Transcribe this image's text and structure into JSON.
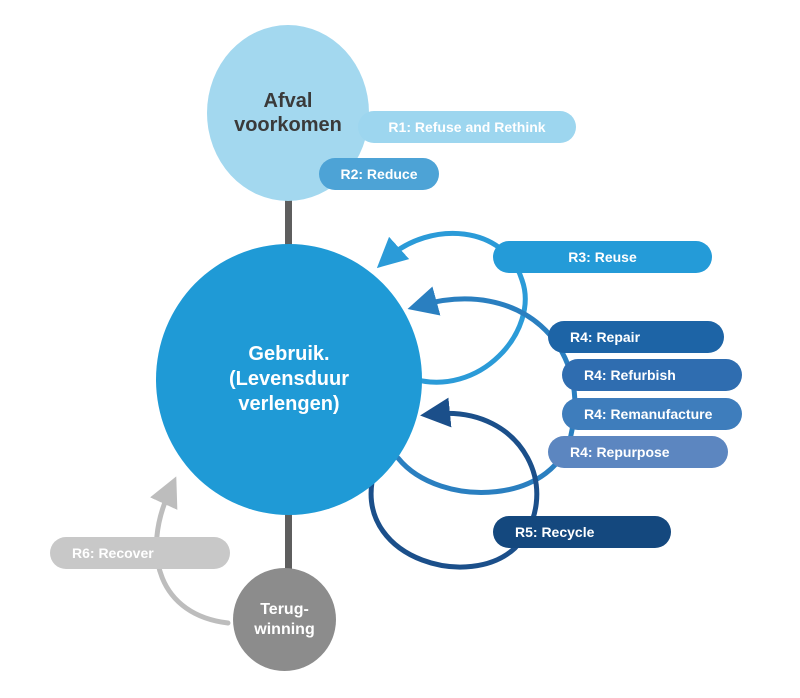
{
  "nodes": {
    "afval": {
      "line1": "Afval",
      "line2": "voorkomen",
      "color": "#a3d8ef",
      "text_color": "#3a3a3a"
    },
    "gebruik": {
      "line1": "Gebruik.",
      "line2": "(Levensduur",
      "line3": "verlengen)",
      "color": "#1f9ad6",
      "text_color": "#ffffff"
    },
    "terugwinning": {
      "line1": "Terug-",
      "line2": "winning",
      "color": "#8c8c8c",
      "text_color": "#ffffff"
    }
  },
  "labels": {
    "r1": {
      "text": "R1: Refuse and Rethink",
      "color": "#9dd6ef"
    },
    "r2": {
      "text": "R2: Reduce",
      "color": "#4da3d6"
    },
    "r3": {
      "text": "R3: Reuse",
      "color": "#249bd8"
    },
    "r4_repair": {
      "text": "R4: Repair",
      "color": "#1d64a6"
    },
    "r4_refurbish": {
      "text": "R4: Refurbish",
      "color": "#2f6db0"
    },
    "r4_remanufacture": {
      "text": "R4: Remanufacture",
      "color": "#3e7dbc"
    },
    "r4_repurpose": {
      "text": "R4: Repurpose",
      "color": "#5c86c0"
    },
    "r5": {
      "text": "R5: Recycle",
      "color": "#14487e"
    },
    "r6": {
      "text": "R6: Recover",
      "color": "#c8c8c8"
    }
  },
  "colors": {
    "connector": "#5e5e5e",
    "arrow_reuse": "#2b9bd8",
    "arrow_repair": "#2a7fc0",
    "arrow_recycle": "#1b4f8a",
    "arrow_recover": "#bdbdbd"
  }
}
